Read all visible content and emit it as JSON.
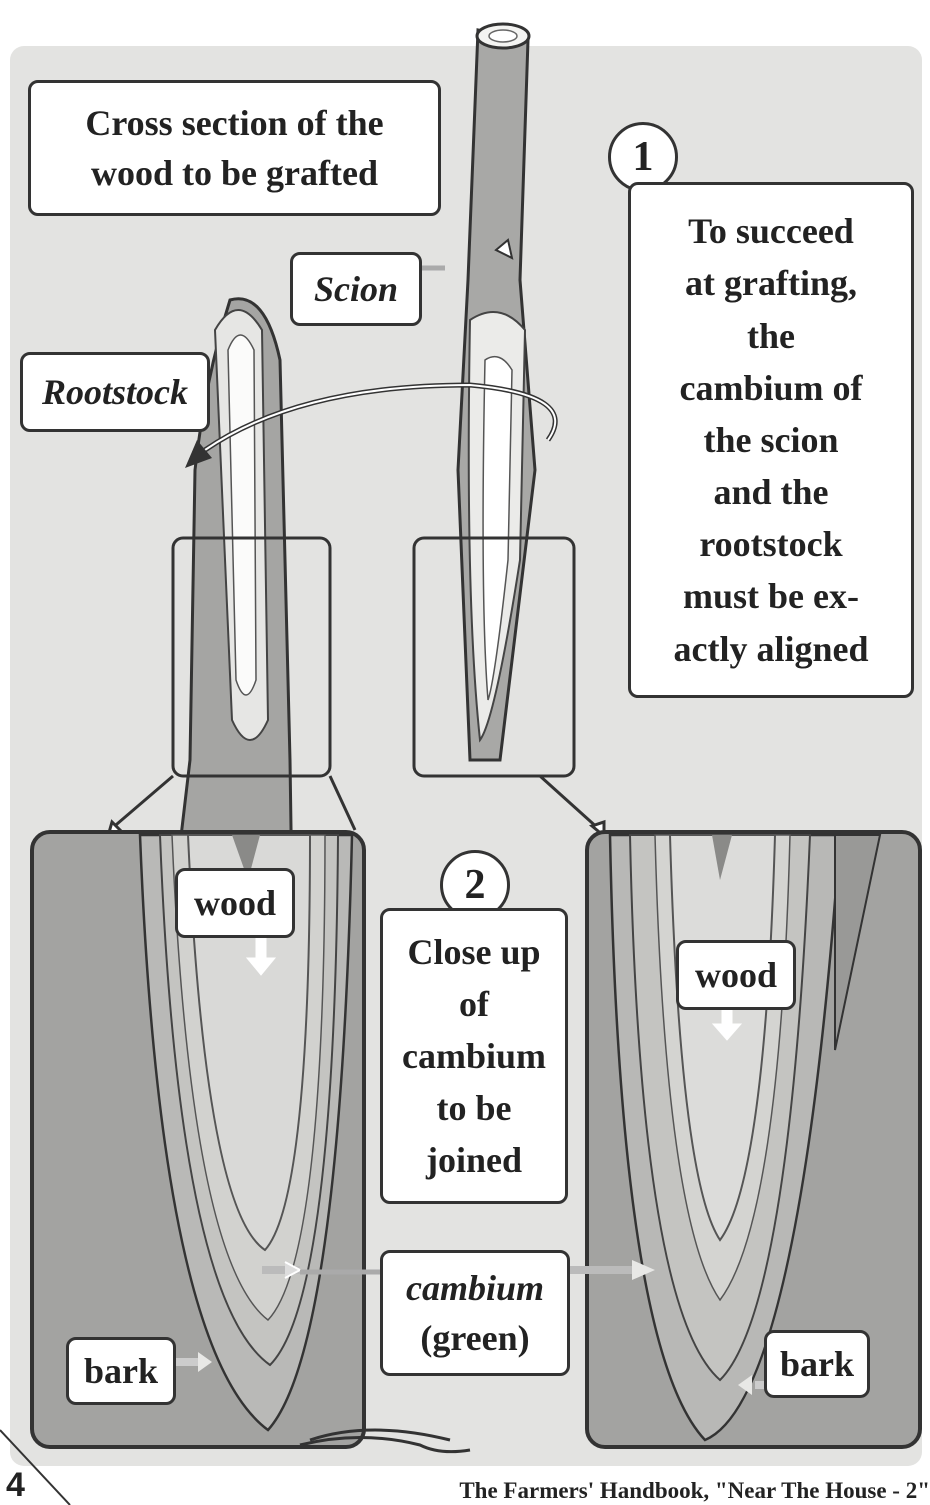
{
  "title_box": {
    "line1": "Cross section of the",
    "line2": "wood to be grafted"
  },
  "labels": {
    "scion": "Scion",
    "rootstock": "Rootstock",
    "wood_left": "wood",
    "wood_right": "wood",
    "bark_left": "bark",
    "bark_right": "bark"
  },
  "step1": {
    "number": "1",
    "lines": [
      "To succeed",
      "at grafting,",
      "the",
      "cambium of",
      "the scion",
      "and the",
      "rootstock",
      "must be ex-",
      "actly aligned"
    ]
  },
  "step2": {
    "number": "2",
    "lines": [
      "Close up",
      "of",
      "cambium",
      "to be",
      "joined"
    ]
  },
  "cambium_label": {
    "line1": "cambium",
    "line2": "(green)"
  },
  "footer": {
    "page_number": "4",
    "book_title": "The Farmers' Handbook,  \"Near The House - 2\""
  }
}
